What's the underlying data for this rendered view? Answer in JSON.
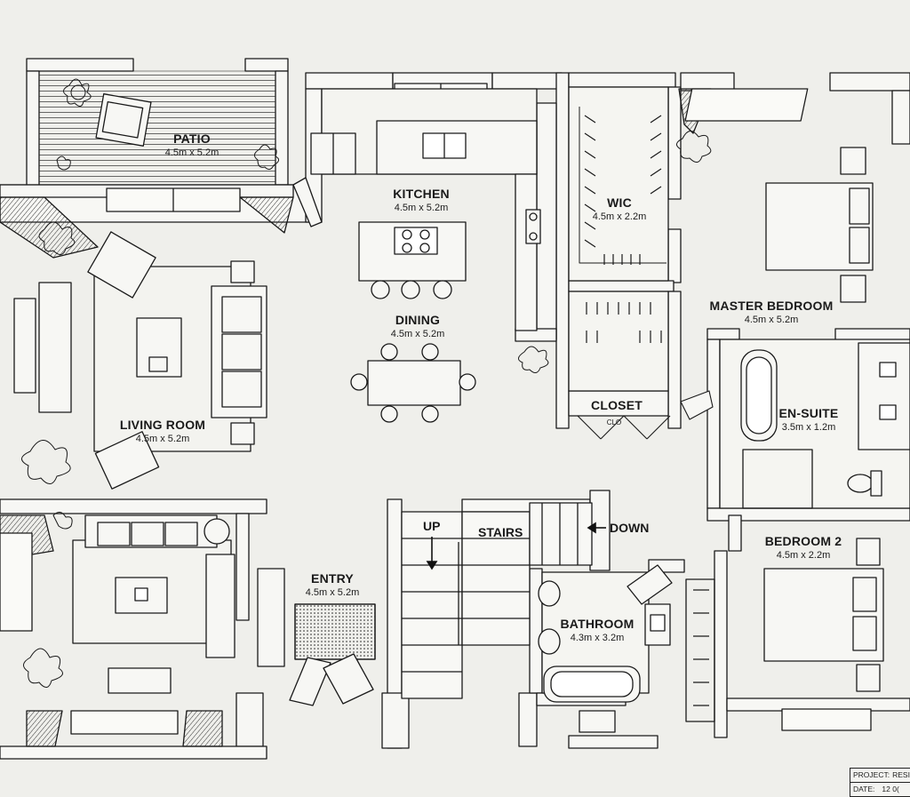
{
  "rooms": {
    "patio": {
      "name": "PATIO",
      "dim": "4.5m x 5.2m"
    },
    "kitchen": {
      "name": "KITCHEN",
      "dim": "4.5m x 5.2m"
    },
    "wic": {
      "name": "WIC",
      "dim": "4.5m x 2.2m"
    },
    "master": {
      "name": "MASTER BEDROOM",
      "dim": "4.5m x 5.2m"
    },
    "dining": {
      "name": "DINING",
      "dim": "4.5m x 5.2m"
    },
    "living": {
      "name": "LIVING ROOM",
      "dim": "4.5m x 5.2m"
    },
    "closet": {
      "name": "CLOSET"
    },
    "ensuite": {
      "name": "EN-SUITE",
      "dim": "3.5m x 1.2m"
    },
    "entry": {
      "name": "ENTRY",
      "dim": "4.5m x 5.2m"
    },
    "bathroom": {
      "name": "BATHROOM",
      "dim": "4.3m x 3.2m"
    },
    "bedroom2": {
      "name": "BEDROOM 2",
      "dim": "4.5m x 2.2m"
    }
  },
  "stairs": {
    "label": "STAIRS",
    "up": "UP",
    "down": "DOWN"
  },
  "closet_door_mark": "CLO",
  "title_block": {
    "project_label": "PROJECT:",
    "project_value": "RESI",
    "date_label": "DATE:",
    "date_value": "12 0("
  },
  "colors": {
    "background": "#efefeb",
    "line": "#1a1a1a",
    "wall_fill": "#f7f7f4",
    "floor": "#f2f2ee"
  }
}
